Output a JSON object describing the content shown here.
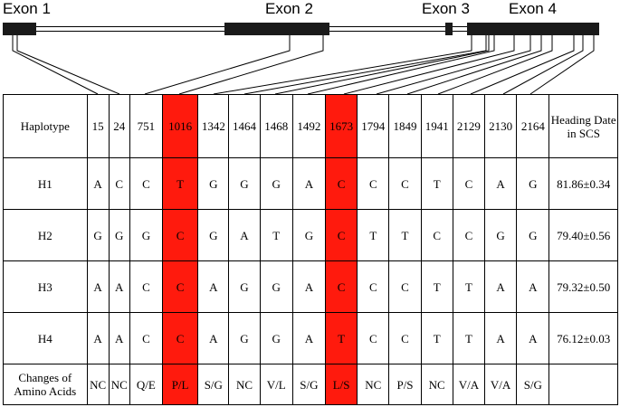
{
  "gene_structure": {
    "exons": [
      "Exon 1",
      "Exon 2",
      "Exon 3",
      "Exon 4"
    ],
    "colors": {
      "exon": "#1a1a1a",
      "highlight": "#ff1a0d"
    }
  },
  "table": {
    "header": {
      "label": "Haplotype",
      "positions": [
        "15",
        "24",
        "751",
        "1016",
        "1342",
        "1464",
        "1468",
        "1492",
        "1673",
        "1794",
        "1849",
        "1941",
        "2129",
        "2130",
        "2164"
      ],
      "trait": "Heading Date in SCS"
    },
    "highlighted_positions": [
      "1016",
      "1673"
    ],
    "rows": [
      {
        "haplotype": "H1",
        "alleles": [
          "A",
          "C",
          "C",
          "T",
          "G",
          "G",
          "G",
          "A",
          "C",
          "C",
          "C",
          "T",
          "C",
          "A",
          "G"
        ],
        "value": "81.86±0.34"
      },
      {
        "haplotype": "H2",
        "alleles": [
          "G",
          "G",
          "G",
          "C",
          "G",
          "A",
          "T",
          "G",
          "C",
          "T",
          "T",
          "C",
          "C",
          "G",
          "G"
        ],
        "value": "79.40±0.56"
      },
      {
        "haplotype": "H3",
        "alleles": [
          "A",
          "A",
          "C",
          "C",
          "A",
          "G",
          "G",
          "A",
          "C",
          "C",
          "C",
          "T",
          "T",
          "A",
          "A"
        ],
        "value": "79.32±0.50"
      },
      {
        "haplotype": "H4",
        "alleles": [
          "A",
          "A",
          "C",
          "C",
          "A",
          "G",
          "G",
          "A",
          "T",
          "C",
          "C",
          "T",
          "T",
          "A",
          "A"
        ],
        "value": "76.12±0.03"
      }
    ],
    "amino_acids": {
      "label": "Changes of Amino Acids",
      "values": [
        "NC",
        "NC",
        "Q/E",
        "P/L",
        "S/G",
        "NC",
        "V/L",
        "S/G",
        "L/S",
        "NC",
        "P/S",
        "NC",
        "V/A",
        "V/A",
        "S/G"
      ]
    }
  }
}
